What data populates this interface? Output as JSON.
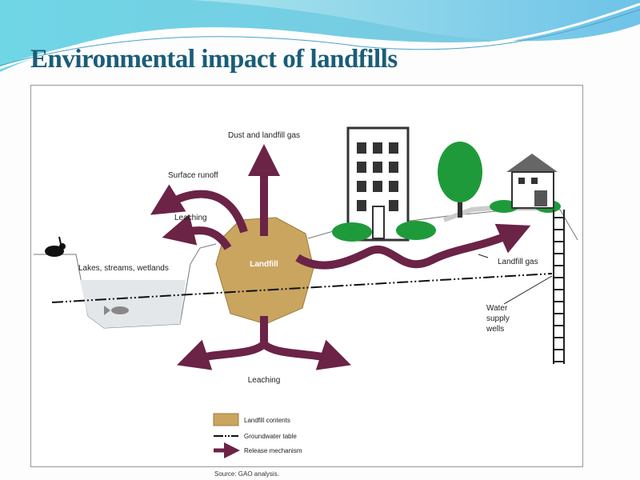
{
  "slide": {
    "title": "Environmental impact of landfills"
  },
  "diagram": {
    "labels": {
      "dust": "Dust and landfill gas",
      "surface_runoff": "Surface runoff",
      "leaching_top": "Leaching",
      "lakes": "Lakes, streams, wetlands",
      "landfill": "Landfill",
      "leaching_bottom": "Leaching",
      "landfill_gas": "Landfill gas",
      "wells": [
        "Water",
        "supply",
        "wells"
      ]
    },
    "legend": [
      {
        "label": "Landfill contents"
      },
      {
        "label": "Groundwater table"
      },
      {
        "label": "Release mechanism"
      }
    ],
    "source": "Source: GAO analysis.",
    "colors": {
      "arrow": "#6b2346",
      "landfill": "#c9a560",
      "tree": "#1f9a3a",
      "title": "#1a5d78"
    }
  }
}
